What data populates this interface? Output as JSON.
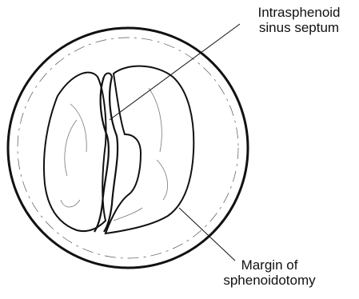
{
  "labels": {
    "septum_line1": "Intrasphenoid",
    "septum_line2": "sinus septum",
    "margin_line1": "Margin of",
    "margin_line2": "sphenoidotomy"
  },
  "colors": {
    "ink": "#111111",
    "background": "#ffffff"
  }
}
